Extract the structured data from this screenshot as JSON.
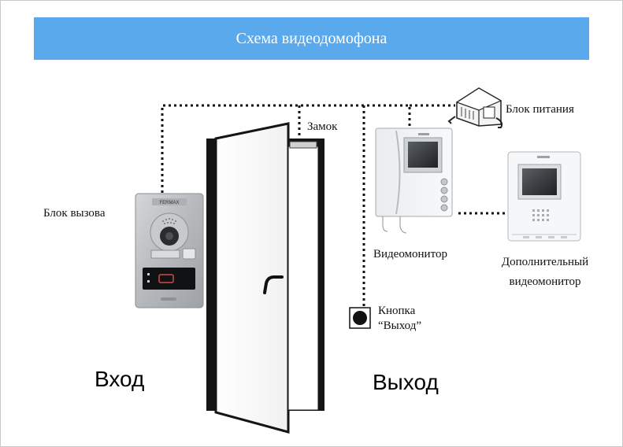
{
  "title": "Схема видеодомофона",
  "labels": {
    "call_unit": "Блок вызова",
    "lock": "Замок",
    "power_unit": "Блок питания",
    "video_monitor": "Видеомонитор",
    "additional_monitor_line1": "Дополнительный",
    "additional_monitor_line2": "видеомонитор",
    "exit_button_line1": "Кнопка",
    "exit_button_line2": "“Выход”",
    "entrance": "Вход",
    "exit": "Выход"
  },
  "call_panel": {
    "brand": "FERMAX"
  },
  "colors": {
    "title_bar": "#5aa9ec",
    "wire": "#111111",
    "door_frame": "#151515",
    "panel": "#b9bcbf"
  }
}
